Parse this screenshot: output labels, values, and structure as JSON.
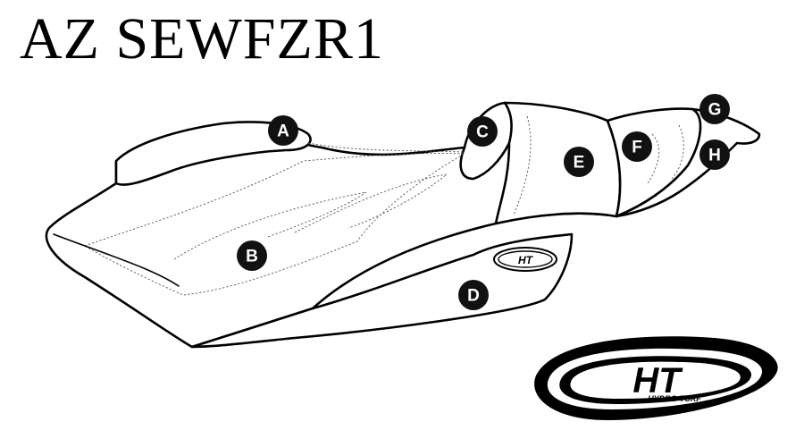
{
  "title": "AZ SEWFZR1",
  "markers": [
    "A",
    "B",
    "C",
    "D",
    "E",
    "F",
    "G",
    "H"
  ],
  "logo": {
    "mark": "HT",
    "wordmark": "HYDRO-TURF"
  },
  "colors": {
    "ink": "#000000",
    "background": "#ffffff"
  }
}
